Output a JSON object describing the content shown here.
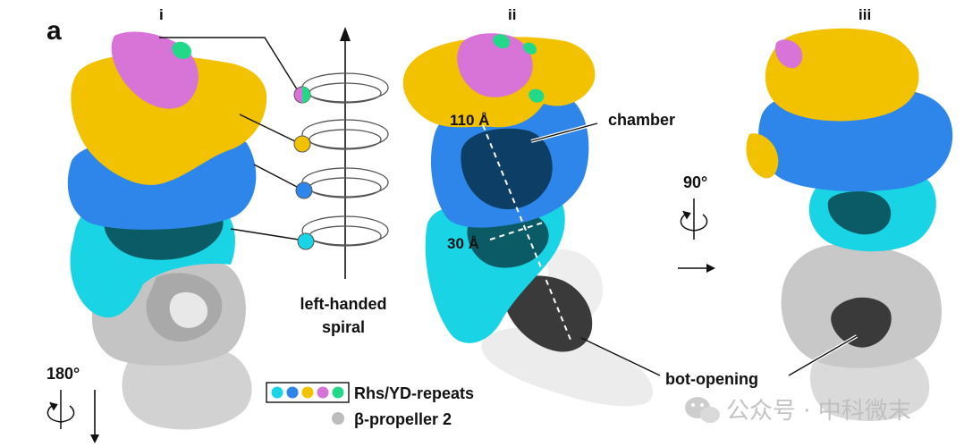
{
  "figure": {
    "panel_label": "a",
    "view_labels": [
      "i",
      "ii",
      "iii"
    ],
    "spiral_caption_line1": "left-handed",
    "spiral_caption_line2": "spiral",
    "chamber_label": "chamber",
    "distance_top": "110 Å",
    "distance_mid": "30 Å",
    "bot_opening_label": "bot-opening",
    "rotation_left": "180°",
    "rotation_right": "90°",
    "legend": {
      "repeats_label": "Rhs/YD-repeats",
      "propeller_label": "β-propeller 2",
      "repeat_swatch_colors": [
        "#18d4e4",
        "#2f86ea",
        "#f2c200",
        "#d873d8",
        "#22d98a"
      ],
      "propeller_color": "#bdbdbd"
    },
    "colors": {
      "magenta": "#d873d8",
      "yellow": "#f2c200",
      "blue": "#2f86ea",
      "dark_teal": "#0b5b66",
      "cyan": "#18d4e4",
      "green": "#22d98a",
      "gray_light": "#dcdcdc",
      "gray_mid": "#a9a9a9",
      "gray_dark": "#3a3a3a",
      "navy": "#0d3f66"
    }
  },
  "watermark": {
    "text": "公众号 · 中科微末",
    "icon": "wechat-icon"
  }
}
